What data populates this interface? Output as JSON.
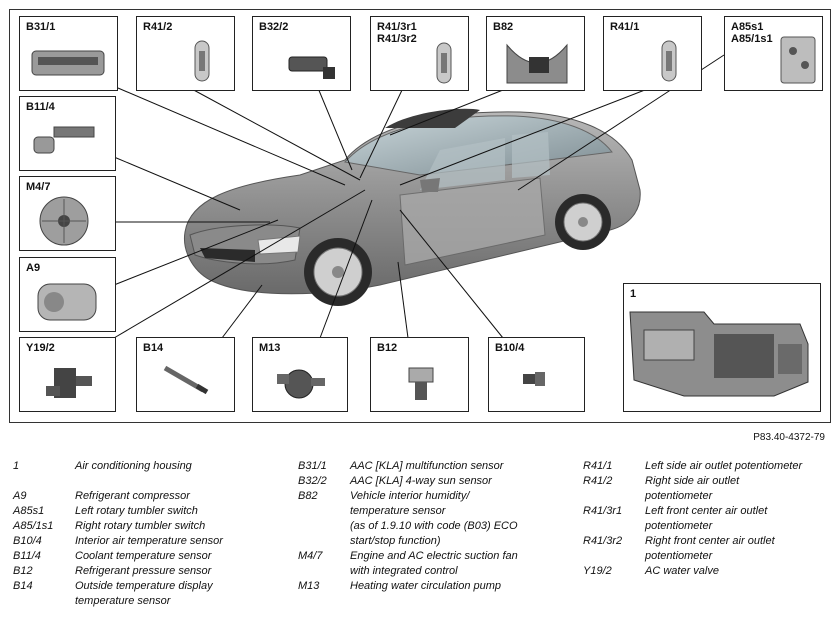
{
  "figure_ref": "P83.40-4372-79",
  "boxes": [
    {
      "id": "b31_1",
      "label": "B31/1"
    },
    {
      "id": "r41_2",
      "label": "R41/2"
    },
    {
      "id": "b32_2",
      "label": "B32/2"
    },
    {
      "id": "r41_3",
      "label": "R41/3r1\nR41/3r2"
    },
    {
      "id": "b82",
      "label": "B82"
    },
    {
      "id": "r41_1",
      "label": "R41/1"
    },
    {
      "id": "a85",
      "label": "A85s1\nA85/1s1"
    },
    {
      "id": "b11_4",
      "label": "B11/4"
    },
    {
      "id": "m4_7",
      "label": "M4/7"
    },
    {
      "id": "a9",
      "label": "A9"
    },
    {
      "id": "y19_2",
      "label": "Y19/2"
    },
    {
      "id": "b14",
      "label": "B14"
    },
    {
      "id": "m13",
      "label": "M13"
    },
    {
      "id": "b12",
      "label": "B12"
    },
    {
      "id": "b10_4",
      "label": "B10/4"
    },
    {
      "id": "housing",
      "label": "1"
    }
  ],
  "legend": {
    "col1": [
      {
        "key": "1",
        "value": "Air conditioning housing"
      },
      {
        "key": "",
        "value": ""
      },
      {
        "key": "A9",
        "value": "Refrigerant compressor"
      },
      {
        "key": "A85s1",
        "value": "Left rotary tumbler switch"
      },
      {
        "key": "A85/1s1",
        "value": "Right rotary tumbler switch"
      },
      {
        "key": "B10/4",
        "value": "Interior air temperature sensor"
      },
      {
        "key": "B11/4",
        "value": "Coolant temperature sensor"
      },
      {
        "key": "B12",
        "value": "Refrigerant pressure sensor"
      },
      {
        "key": "B14",
        "value": "Outside temperature display\ntemperature sensor"
      }
    ],
    "col2": [
      {
        "key": "B31/1",
        "value": "AAC [KLA] multifunction sensor"
      },
      {
        "key": "B32/2",
        "value": "AAC [KLA] 4-way sun sensor"
      },
      {
        "key": "B82",
        "value": "Vehicle interior humidity/\ntemperature sensor\n(as of 1.9.10 with code (B03) ECO\nstart/stop function)"
      },
      {
        "key": "M4/7",
        "value": "Engine and AC electric suction fan\nwith integrated control"
      },
      {
        "key": "M13",
        "value": "Heating water circulation pump"
      }
    ],
    "col3": [
      {
        "key": "R41/1",
        "value": "Left side air outlet potentiometer"
      },
      {
        "key": "R41/2",
        "value": "Right side air outlet\npotentiometer"
      },
      {
        "key": "R41/3r1",
        "value": "Left front center air outlet\npotentiometer"
      },
      {
        "key": "R41/3r2",
        "value": "Right front center air outlet\npotentiometer"
      },
      {
        "key": "Y19/2",
        "value": "AC water valve"
      }
    ]
  }
}
